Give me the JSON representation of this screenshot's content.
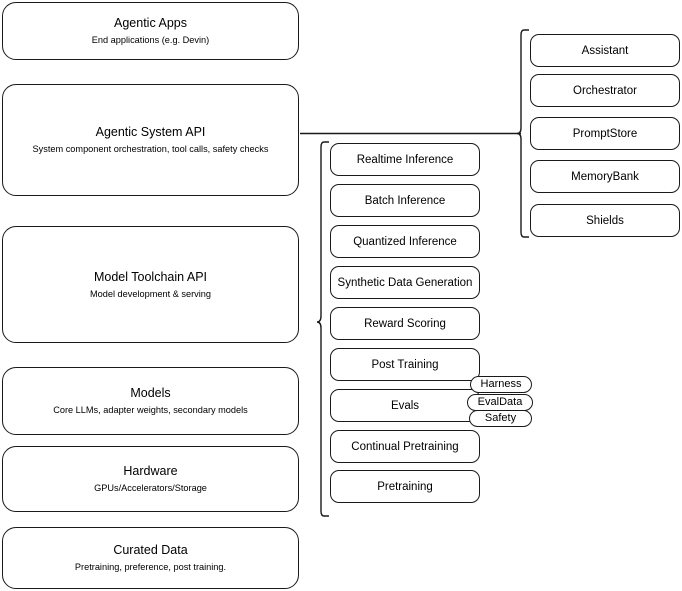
{
  "diagram": {
    "title": "Agentic stack layer diagram",
    "stroke_color": "#1a1a1a",
    "background_color": "#ffffff"
  },
  "layers": [
    {
      "id": "agentic-apps",
      "title": "Agentic Apps",
      "subtitle": "End applications (e.g. Devin)"
    },
    {
      "id": "agentic-system-api",
      "title": "Agentic System API",
      "subtitle": "System component orchestration, tool calls, safety checks"
    },
    {
      "id": "model-toolchain-api",
      "title": "Model Toolchain API",
      "subtitle": "Model development & serving"
    },
    {
      "id": "models",
      "title": "Models",
      "subtitle": "Core LLMs, adapter weights, secondary models"
    },
    {
      "id": "hardware",
      "title": "Hardware",
      "subtitle": "GPUs/Accelerators/Storage"
    },
    {
      "id": "curated-data",
      "title": "Curated Data",
      "subtitle": "Pretraining, preference, post training."
    }
  ],
  "toolchain_capabilities": [
    {
      "id": "realtime-inference",
      "label": "Realtime Inference"
    },
    {
      "id": "batch-inference",
      "label": "Batch Inference"
    },
    {
      "id": "quantized-inference",
      "label": "Quantized Inference"
    },
    {
      "id": "synthetic-data-generation",
      "label": "Synthetic Data Generation"
    },
    {
      "id": "reward-scoring",
      "label": "Reward Scoring"
    },
    {
      "id": "post-training",
      "label": "Post Training"
    },
    {
      "id": "evals",
      "label": "Evals"
    },
    {
      "id": "continual-pretraining",
      "label": "Continual Pretraining"
    },
    {
      "id": "pretraining",
      "label": "Pretraining"
    }
  ],
  "eval_tags": [
    {
      "id": "harness",
      "label": "Harness"
    },
    {
      "id": "evaldata",
      "label": "EvalData"
    },
    {
      "id": "safety",
      "label": "Safety"
    }
  ],
  "system_components": [
    {
      "id": "assistant",
      "label": "Assistant"
    },
    {
      "id": "orchestrator",
      "label": "Orchestrator"
    },
    {
      "id": "promptstore",
      "label": "PromptStore"
    },
    {
      "id": "memorybank",
      "label": "MemoryBank"
    },
    {
      "id": "shields",
      "label": "Shields"
    }
  ]
}
